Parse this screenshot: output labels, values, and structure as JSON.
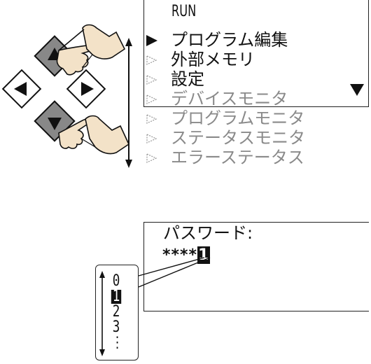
{
  "menu": {
    "header": "RUN",
    "items": [
      {
        "label": "プログラム編集",
        "state": "selected"
      },
      {
        "label": "外部メモリ",
        "state": "normal"
      },
      {
        "label": "設定",
        "state": "normal"
      },
      {
        "label": "デバイスモニタ",
        "state": "hidden"
      },
      {
        "label": "プログラムモニタ",
        "state": "hidden"
      },
      {
        "label": "ステータスモニタ",
        "state": "hidden"
      },
      {
        "label": "エラーステータス",
        "state": "hidden"
      }
    ],
    "scroll_indicator": "down-triangle-icon"
  },
  "password": {
    "label": "パスワード:",
    "masked": "****",
    "cursor_digit": "1"
  },
  "digit_picker": {
    "options": [
      "0",
      "1",
      "2",
      "3",
      "⋮"
    ],
    "selected": "1"
  },
  "keypad": {
    "buttons": [
      "up-button",
      "left-button",
      "right-button",
      "down-button"
    ],
    "pressed": [
      "up-button",
      "down-button"
    ]
  },
  "colors": {
    "active_text": "#111111",
    "inactive_text": "#8a8a8a",
    "button_fill": "#888888",
    "hand_fill": "#f3e2c8"
  }
}
